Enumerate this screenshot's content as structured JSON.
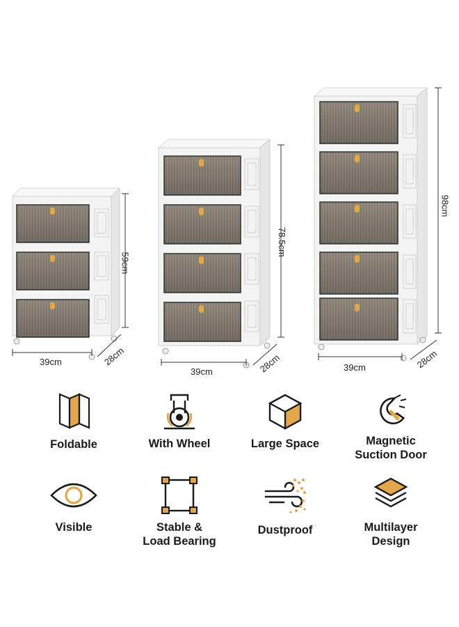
{
  "products": {
    "small": {
      "width": "39cm",
      "depth": "28cm",
      "height": "59cm"
    },
    "medium": {
      "width": "39cm",
      "depth": "28cm",
      "height": "78.5cm"
    },
    "large": {
      "width": "39cm",
      "depth": "28cm",
      "height": "98cm"
    }
  },
  "features": [
    {
      "icon": "foldable-icon",
      "label": "Foldable"
    },
    {
      "icon": "wheel-icon",
      "label": "With Wheel"
    },
    {
      "icon": "cube-icon",
      "label": "Large Space"
    },
    {
      "icon": "magnet-icon",
      "label": "Magnetic\nSuction Door"
    },
    {
      "icon": "eye-icon",
      "label": "Visible"
    },
    {
      "icon": "load-frame-icon",
      "label": "Stable &\nLoad Bearing"
    },
    {
      "icon": "dust-wind-icon",
      "label": "Dustproof"
    },
    {
      "icon": "layers-icon",
      "label": "Multilayer\nDesign"
    }
  ],
  "colors": {
    "accent": "#e3a64a",
    "frame": "#f4f4f4",
    "drawer": "#8c8377",
    "outline": "#1a1a1a"
  }
}
